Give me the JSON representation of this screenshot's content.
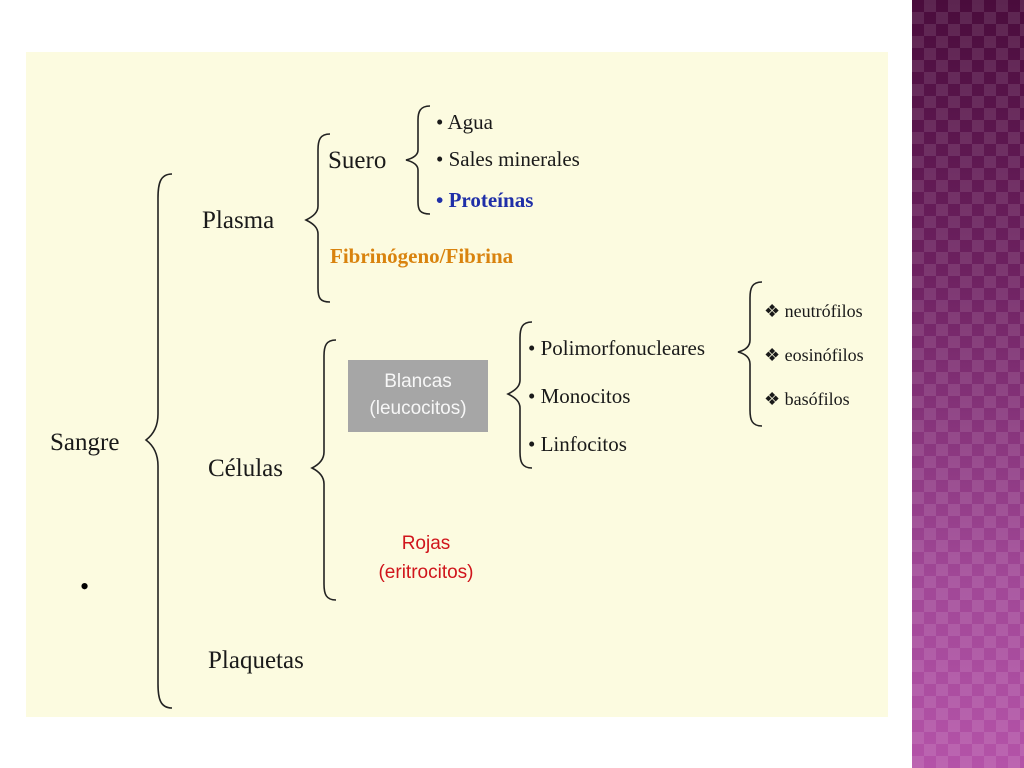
{
  "colors": {
    "slide_background": "#fcfbe0",
    "side_band": "#7a2a6c",
    "proteinas": "#1f2fa8",
    "fibrinogeno": "#d9830e",
    "rojas": "#d0151c",
    "blancas_box": "#a6a6a6",
    "blancas_text": "#f7f7f7"
  },
  "root": {
    "label": "Sangre"
  },
  "plasma": {
    "label": "Plasma",
    "suero": {
      "label": "Suero",
      "items": [
        "• Agua",
        "• Sales minerales",
        "• Proteínas"
      ]
    },
    "fibrinogeno": "Fibrinógeno/Fibrina"
  },
  "celulas": {
    "label": "Células",
    "blancas": {
      "line1": "Blancas",
      "line2": "(leucocitos)",
      "items": [
        "• Polimorfonucleares",
        "• Monocitos",
        "• Linfocitos"
      ],
      "polimorfonucleares": [
        "❖ neutrófilos",
        "❖ eosinófilos",
        "❖ basófilos"
      ]
    },
    "rojas": {
      "line1": "Rojas",
      "line2": "(eritrocitos)"
    }
  },
  "plaquetas": {
    "label": "Plaquetas"
  },
  "stray_bullet": "•"
}
